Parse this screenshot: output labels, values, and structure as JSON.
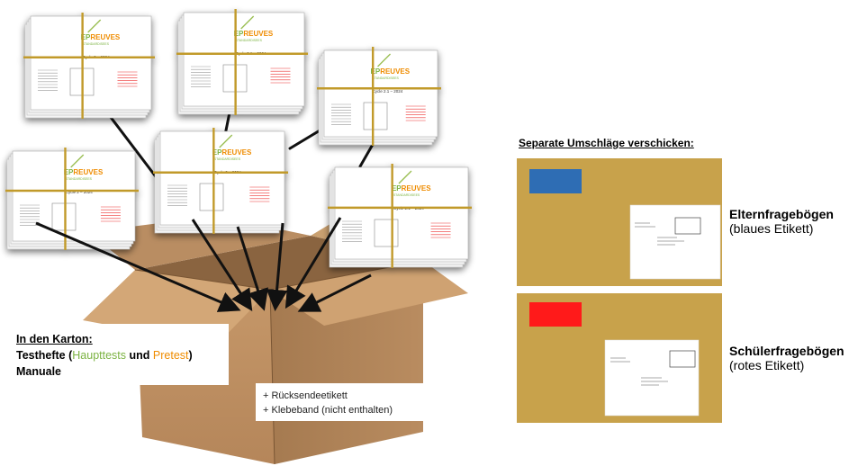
{
  "booklet": {
    "brand_ep": "EP",
    "brand_rest": "REUVES",
    "brand_sub": "STANDARDISEES",
    "cover_title": "Cycle 2.1 – 2024",
    "cover_title_short": "Cycle 2 – 2024"
  },
  "envelopes": {
    "heading": "Separate Umschläge verschicken:",
    "items": [
      {
        "title": "Elternfragebögen",
        "subtitle": "(blaues Etikett)",
        "label_color": "#2e6db4"
      },
      {
        "title": "Schülerfragebögen",
        "subtitle": "(rotes Etikett)",
        "label_color": "#ff1a1a"
      }
    ]
  },
  "box_contents": {
    "heading": "In den Karton:",
    "line1_prefix": "Testhefte (",
    "line1_main": "Haupttests",
    "line1_and": " und ",
    "line1_pre": "Pretest",
    "line1_suffix": ")",
    "line2": "Manuale"
  },
  "extras": {
    "line1": "+ Rücksendeetikett",
    "line2": "+ Klebeband (nicht enthalten)"
  },
  "colors": {
    "envelope": "#c8a24b",
    "tape": "#c19a2a",
    "box": "#c49766",
    "brand_green": "#7cb342",
    "brand_orange": "#ef8c00"
  }
}
